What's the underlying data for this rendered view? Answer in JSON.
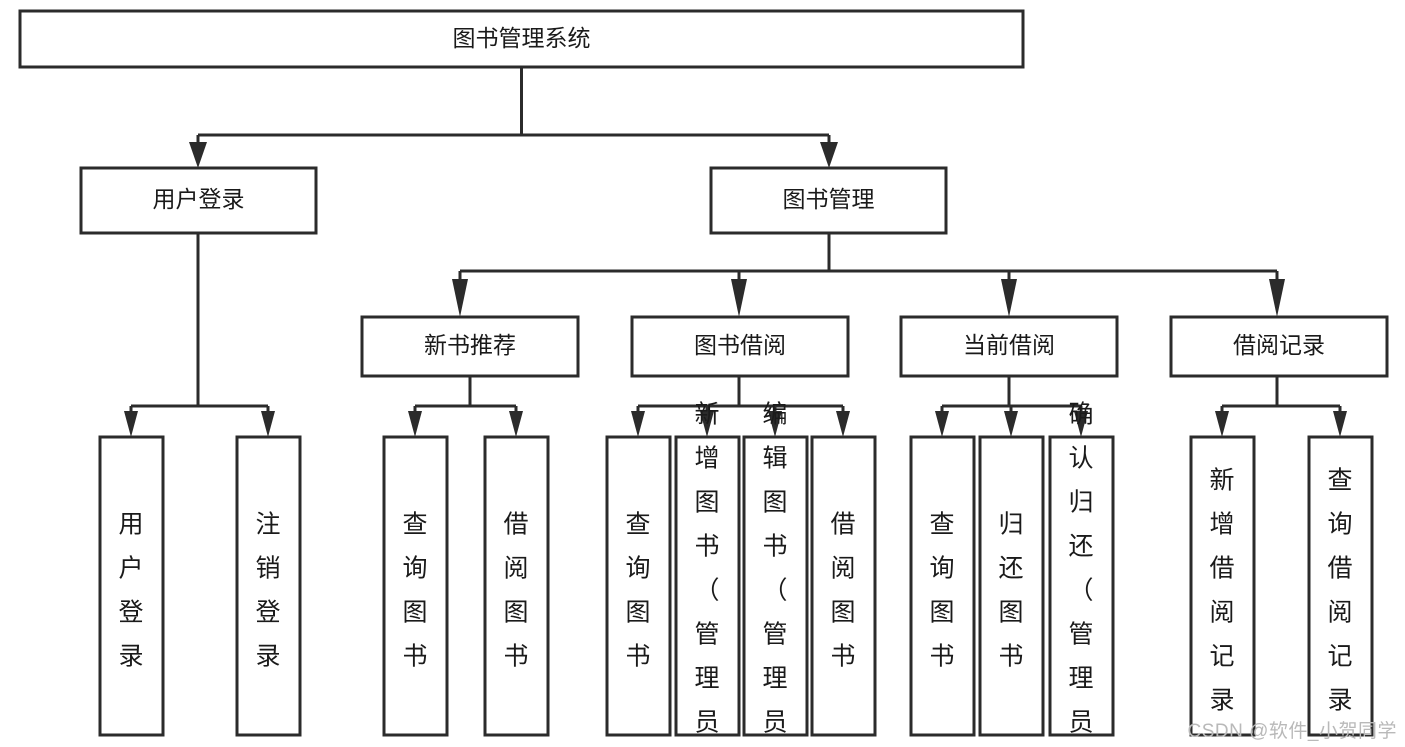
{
  "diagram": {
    "type": "tree-hierarchy-chart",
    "title": "图书管理系统",
    "orientation": "top-down",
    "colors": {
      "box_stroke": "#2b2b2b",
      "box_fill": "#ffffff",
      "text": "#1a1a1a",
      "background": "#ffffff",
      "watermark": "#b9b9b9"
    },
    "root": {
      "label": "图书管理系统",
      "id": "root-system"
    },
    "level2": [
      {
        "id": "node-user-login",
        "label": "用户登录"
      },
      {
        "id": "node-book-management",
        "label": "图书管理"
      }
    ],
    "level3": [
      {
        "id": "node-new-book-recommend",
        "label": "新书推荐",
        "parent": "node-book-management"
      },
      {
        "id": "node-book-borrow",
        "label": "图书借阅",
        "parent": "node-book-management"
      },
      {
        "id": "node-current-borrow",
        "label": "当前借阅",
        "parent": "node-book-management"
      },
      {
        "id": "node-borrow-record",
        "label": "借阅记录",
        "parent": "node-book-management"
      }
    ],
    "leaves": {
      "user_login": [
        {
          "id": "leaf-user-login",
          "label": "用户登录"
        },
        {
          "id": "leaf-logout-login",
          "label": "注销登录"
        }
      ],
      "new_book_recommend": [
        {
          "id": "leaf-query-book-1",
          "label": "查询图书"
        },
        {
          "id": "leaf-borrow-book-1",
          "label": "借阅图书"
        }
      ],
      "book_borrow": [
        {
          "id": "leaf-query-book-2",
          "label": "查询图书"
        },
        {
          "id": "leaf-add-book",
          "label": "新增图书（管理员）"
        },
        {
          "id": "leaf-edit-book",
          "label": "编辑图书（管理员）"
        },
        {
          "id": "leaf-borrow-book-2",
          "label": "借阅图书"
        }
      ],
      "current_borrow": [
        {
          "id": "leaf-query-book-3",
          "label": "查询图书"
        },
        {
          "id": "leaf-return-book",
          "label": "归还图书"
        },
        {
          "id": "leaf-confirm-return",
          "label": "确认归还（管理员）"
        }
      ],
      "borrow_record": [
        {
          "id": "leaf-add-borrow-record",
          "label": "新增借阅记录"
        },
        {
          "id": "leaf-query-borrow-record",
          "label": "查询借阅记录"
        }
      ]
    }
  },
  "watermark": {
    "text": "CSDN @软件_小贺同学"
  }
}
